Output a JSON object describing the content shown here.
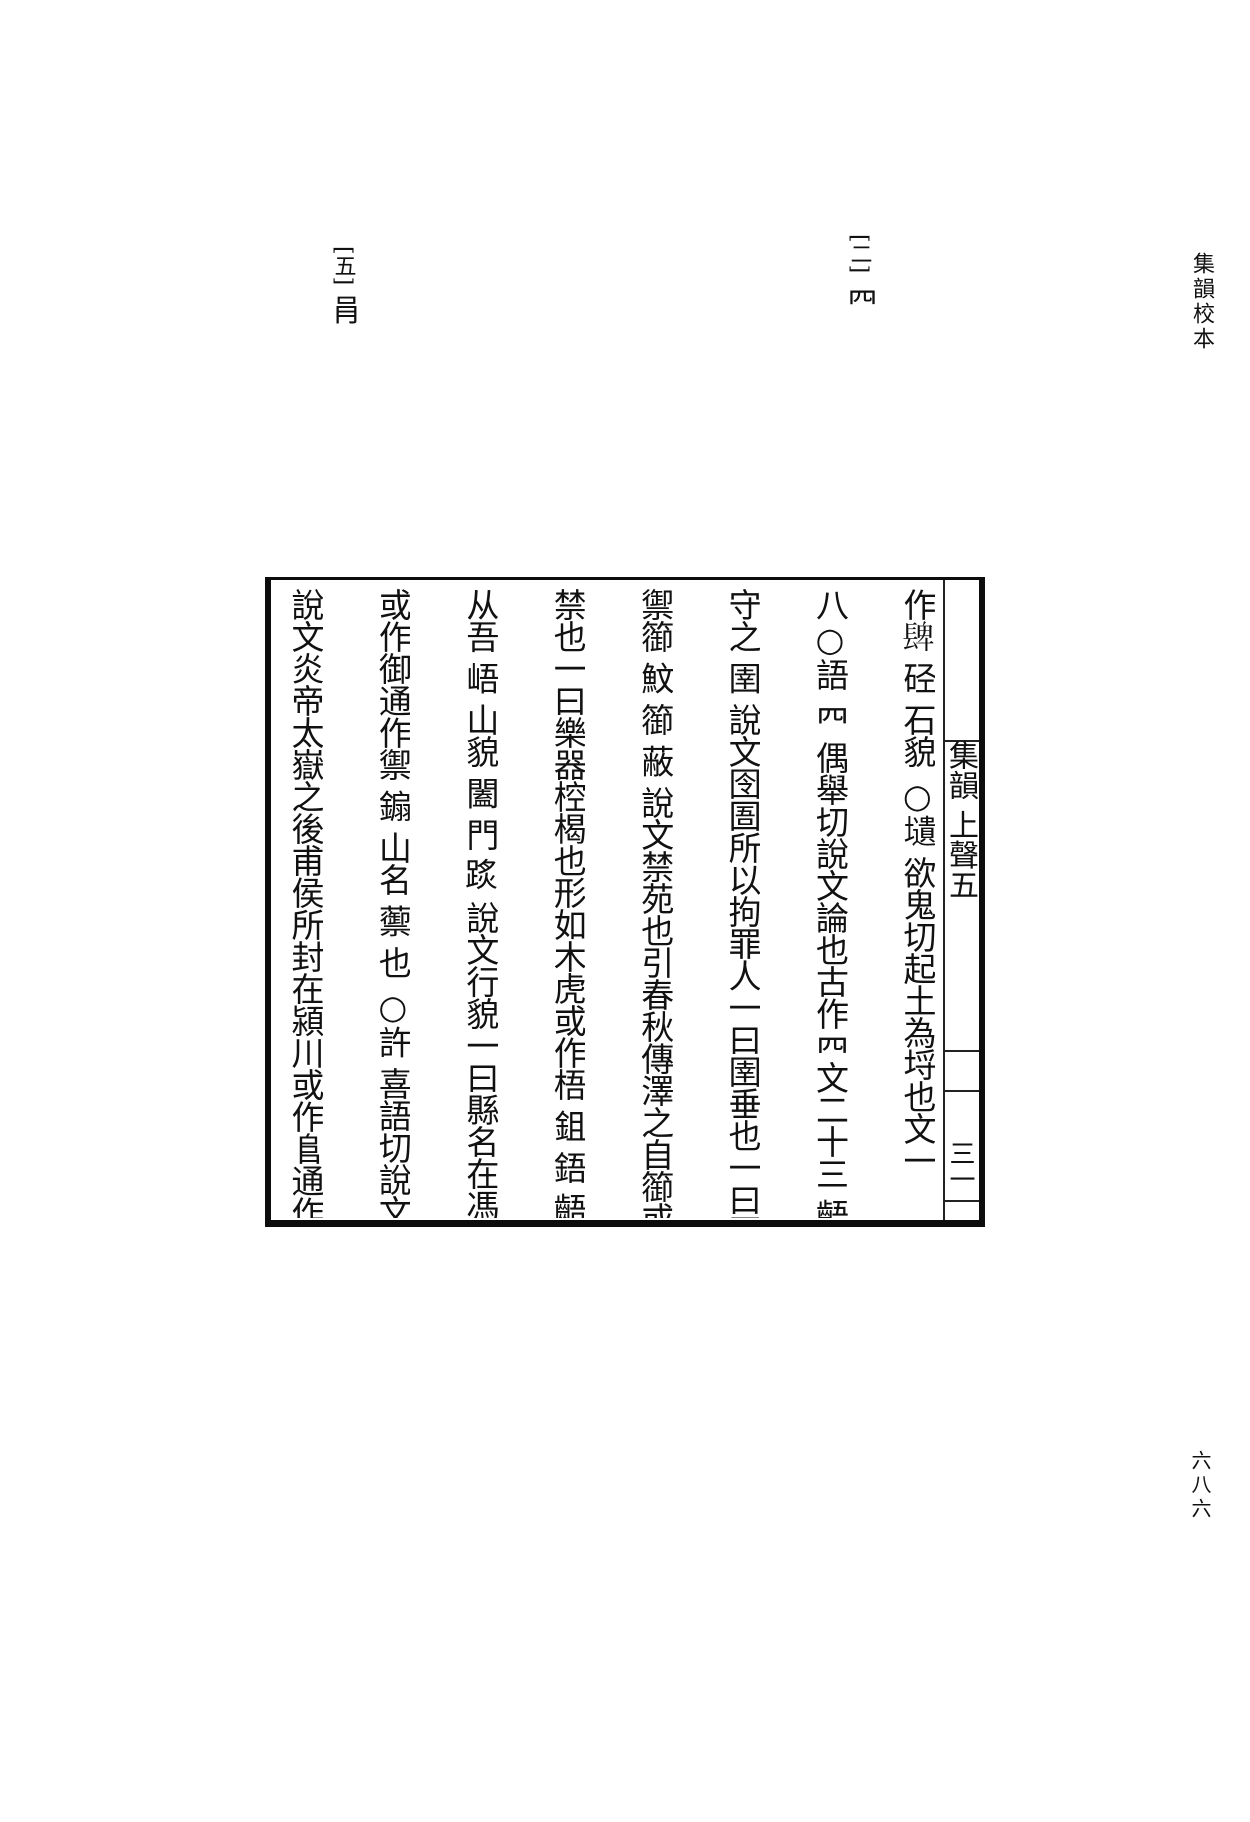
{
  "running_title": "集韻校本",
  "page_number": "六八六",
  "notes": [
    {
      "marker": "[二]",
      "text": "𦉪"
    },
    {
      "marker": "[五]",
      "text": "肙"
    }
  ],
  "block": {
    "fold_header": "集韻 上聲五",
    "fold_leaf": "三一",
    "columns": [
      "作𨲋 硁 石貌 ○壝 欲鬼切起土為埒也文一",
      "八○語 𦉪 偶舉切說文論也古作𦉪文二十三 齬 說文齒不相值也 圄 說文",
      "守之 圉 說文囹圄所以拘罪人一曰圉垂也一曰圉人掌馬者亦姓通作圄 禦 說文祀也",
      "禦篽 魰 篽 蔽 說文禁苑也引春秋傳澤之自篽或作篽魰篽蔽 敔 梧 說文",
      "禁也一曰樂器椌楬也形如木虎或作梧 鉏 鋙 齬 說文鉏鋙也一曰白錫謂之鋙或不省亦",
      "从吾 峿 山貌 闔 門 𨂂 說文行貌一曰縣名在馮翊亦姓 衛 御 止也",
      "或作御通作禦 䥇 山名 蘌 也 ○許 喜語切說文聽也亦姓文六 鄦 𨸏",
      "說文炎帝太嶽之後甫侯所封在潁川或作𨸏通作許 滸 水涯 岴 山名 蔀 虎藥艸"
    ]
  }
}
